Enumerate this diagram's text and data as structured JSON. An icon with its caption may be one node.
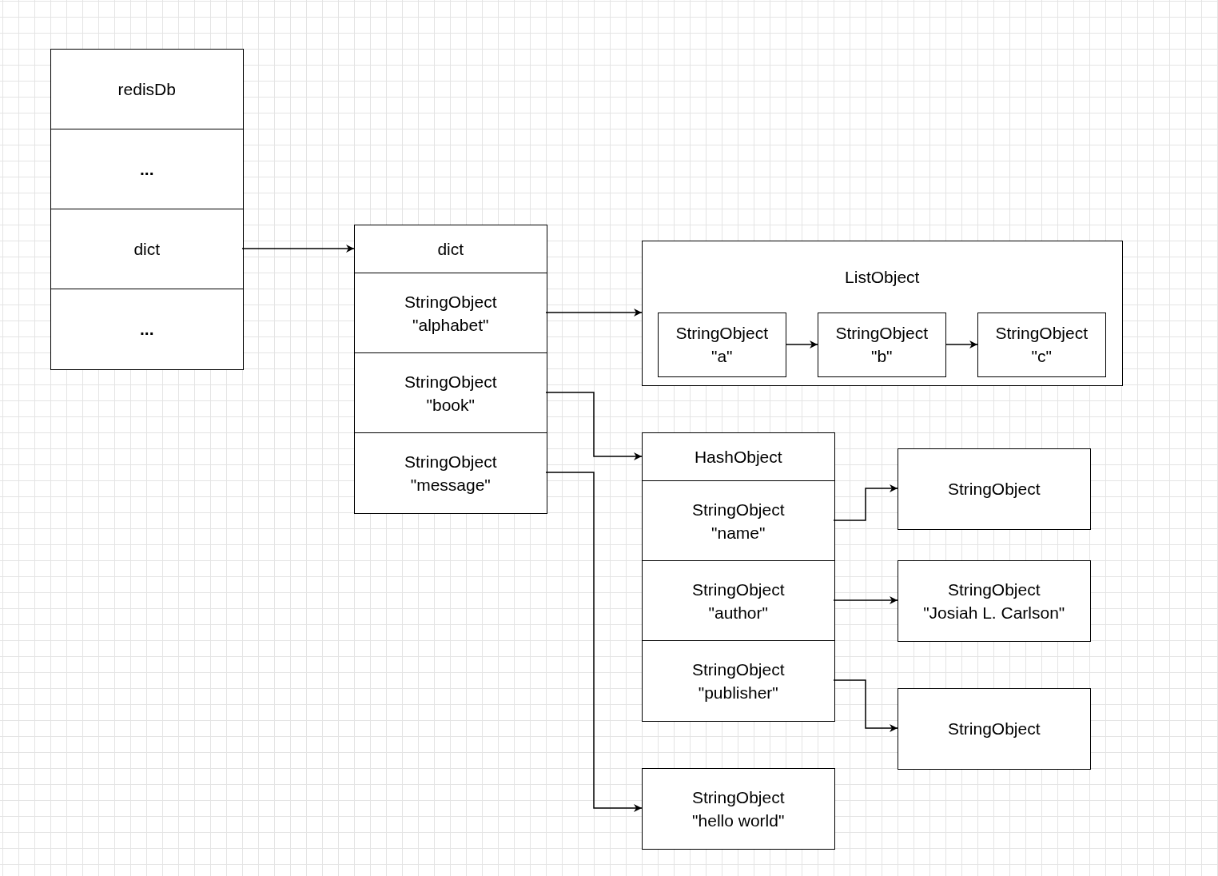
{
  "diagram": {
    "nodes": [
      {
        "text": [
          "redisDb"
        ]
      },
      {
        "text": [
          "..."
        ]
      },
      {
        "text": [
          "dict"
        ]
      },
      {
        "text": [
          "..."
        ]
      },
      {
        "text": [
          "dict"
        ]
      },
      {
        "text": [
          "StringObject",
          "\"alphabet\""
        ]
      },
      {
        "text": [
          "StringObject",
          "\"book\""
        ]
      },
      {
        "text": [
          "StringObject",
          "\"message\""
        ]
      },
      {
        "text": [
          "ListObject"
        ]
      },
      {
        "text": [
          "StringObject",
          "\"a\""
        ],
        "in": 8
      },
      {
        "text": [
          "StringObject",
          "\"b\""
        ],
        "in": 8
      },
      {
        "text": [
          "StringObject",
          "\"c\""
        ],
        "in": 8
      },
      {
        "text": [
          "HashObject"
        ]
      },
      {
        "text": [
          "StringObject",
          "\"name\""
        ]
      },
      {
        "text": [
          "StringObject",
          "\"author\""
        ]
      },
      {
        "text": [
          "StringObject",
          "\"publisher\""
        ]
      },
      {
        "text": [
          "StringObject"
        ]
      },
      {
        "text": [
          "StringObject",
          "\"Josiah L. Carlson\""
        ]
      },
      {
        "text": [
          "StringObject"
        ]
      },
      {
        "text": [
          "StringObject",
          "\"hello world\""
        ]
      }
    ],
    "edges": [
      {
        "from": 2,
        "to": 4,
        "arrow": "to"
      },
      {
        "from": 5,
        "to": 8,
        "arrow": "to"
      },
      {
        "from": 9,
        "to": 10,
        "arrow": "to"
      },
      {
        "from": 10,
        "to": 11,
        "arrow": "to"
      },
      {
        "from": 6,
        "to": 12,
        "arrow": "to"
      },
      {
        "from": 7,
        "to": 19,
        "arrow": "to"
      },
      {
        "from": 13,
        "to": 16,
        "arrow": "to"
      },
      {
        "from": 14,
        "to": 17,
        "arrow": "to"
      },
      {
        "from": 15,
        "to": 18,
        "arrow": "to"
      }
    ]
  }
}
